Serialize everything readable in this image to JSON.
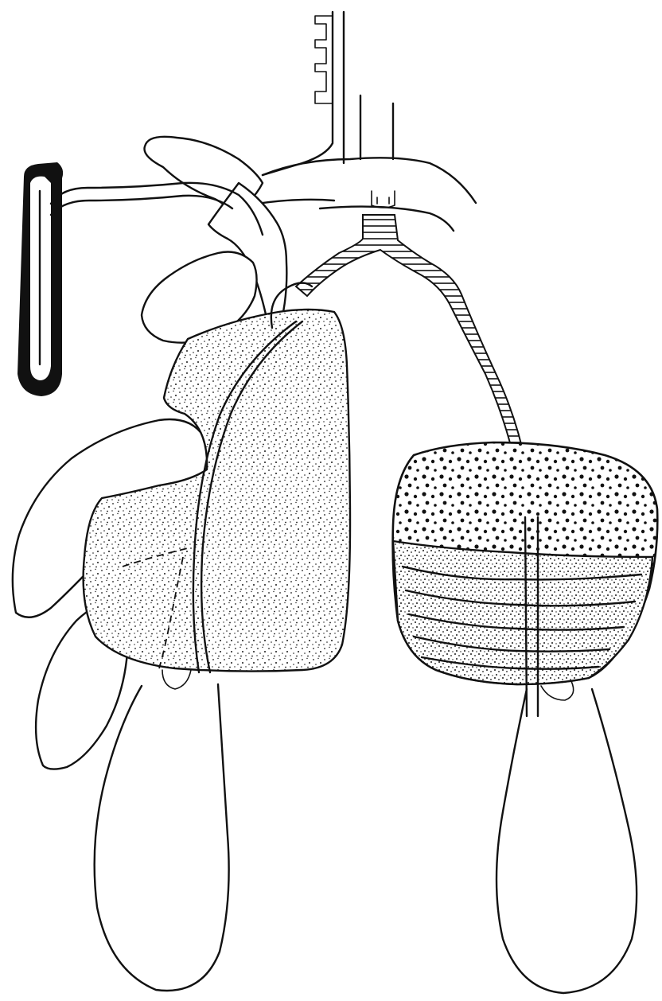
{
  "figure": {
    "colors": {
      "ink": "#111111",
      "paper": "#ffffff",
      "stipple": "#1a1a1a"
    },
    "style": "black-and-white stippled line drawing, no printed text",
    "parts": [
      "trachea",
      "bronchi",
      "left-lung-stippled",
      "right-lung-sectioned",
      "pleural-sac-left",
      "pleural-sac-right",
      "liver-lobes",
      "heart-lobes",
      "j-shaped-tube",
      "upper-vessels"
    ]
  }
}
